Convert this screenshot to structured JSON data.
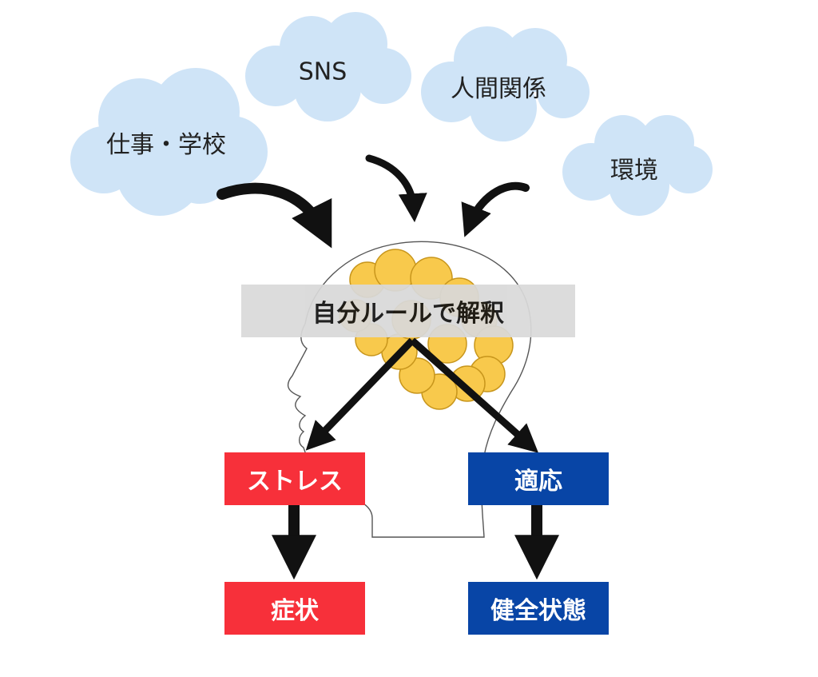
{
  "clouds": {
    "work_school": "仕事・学校",
    "sns": "SNS",
    "relationships": "人間関係",
    "environment": "環境"
  },
  "center": {
    "label": "自分ルールで解釈"
  },
  "outcomes": {
    "stress": "ストレス",
    "adaptation": "適応",
    "symptoms": "症状",
    "healthy": "健全状態"
  },
  "colors": {
    "cloud": "#cfe4f7",
    "brain": "#f8c94c",
    "red": "#f7303a",
    "blue": "#0845a6",
    "banner": "#d9d9d9"
  }
}
